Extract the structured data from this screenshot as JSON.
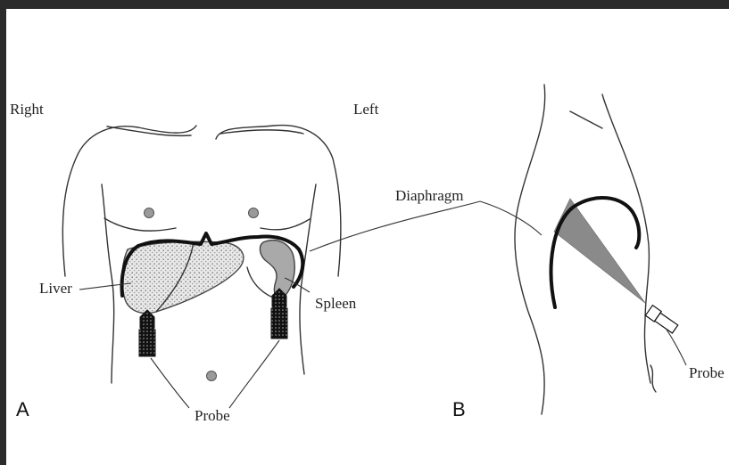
{
  "figure": {
    "orientation": {
      "right": "Right",
      "left": "Left"
    },
    "labels": {
      "diaphragm": "Diaphragm",
      "liver": "Liver",
      "spleen": "Spleen",
      "probe_a": "Probe",
      "probe_b": "Probe"
    },
    "panels": {
      "a": "A",
      "b": "B"
    }
  },
  "colors": {
    "background_frame": "#2b2b2b",
    "canvas": "#ffffff",
    "outline": "#333333",
    "diaphragm": "#111111",
    "spleen_fill": "#a9a9a9",
    "liver_fill": "#e4e4e4",
    "ultrasound_beam": "#8a8a8a",
    "nipple": "#9a9a9a"
  },
  "icons": {
    "probe": "ultrasound-probe-icon",
    "nipple": "nipple-marker",
    "umbilicus": "umbilicus-marker"
  }
}
